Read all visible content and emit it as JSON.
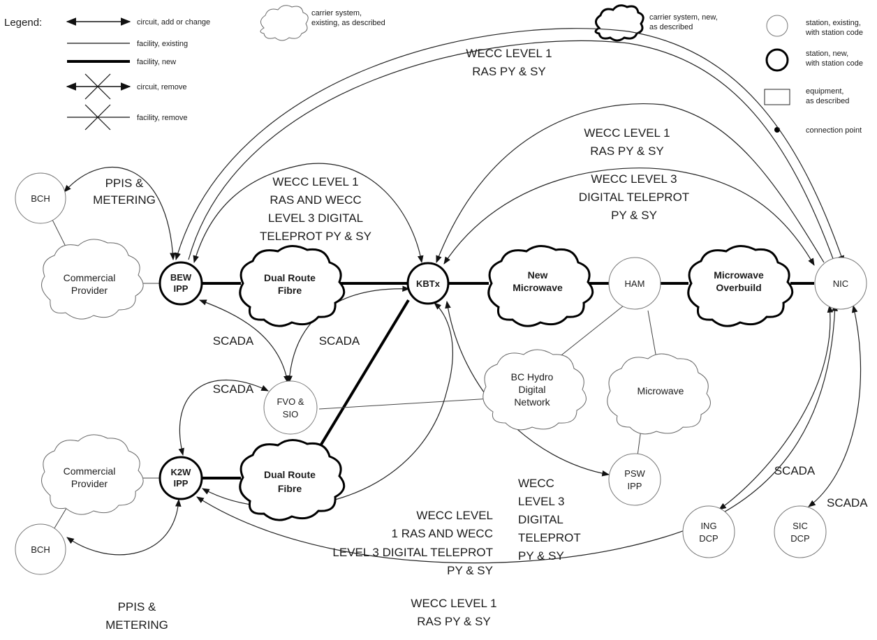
{
  "legend": {
    "title": "Legend:",
    "items": [
      {
        "key": "circuit_add",
        "label": "circuit, add or change"
      },
      {
        "key": "facility_existing",
        "label": "facility, existing"
      },
      {
        "key": "facility_new",
        "label": "facility, new"
      },
      {
        "key": "circuit_remove",
        "label": "circuit, remove"
      },
      {
        "key": "facility_remove",
        "label": "facility, remove"
      },
      {
        "key": "carrier_existing",
        "label": [
          "carrier system,",
          "existing, as described"
        ]
      },
      {
        "key": "carrier_new",
        "label": [
          "carrier system, new,",
          "as described"
        ]
      },
      {
        "key": "station_existing",
        "label": [
          "station, existing,",
          "with station code"
        ]
      },
      {
        "key": "station_new",
        "label": [
          "station, new,",
          "with station code"
        ]
      },
      {
        "key": "equipment",
        "label": [
          "equipment,",
          "as described"
        ]
      },
      {
        "key": "connection_point",
        "label": "connection point"
      }
    ]
  },
  "nodes": [
    {
      "id": "bch_top",
      "lines": [
        "BCH"
      ],
      "kind": "station-existing"
    },
    {
      "id": "bew",
      "lines": [
        "BEW",
        "IPP"
      ],
      "kind": "station-new"
    },
    {
      "id": "kbtx",
      "lines": [
        "KBTx"
      ],
      "kind": "station-new"
    },
    {
      "id": "ham",
      "lines": [
        "HAM"
      ],
      "kind": "station-existing"
    },
    {
      "id": "nic",
      "lines": [
        "NIC"
      ],
      "kind": "station-existing"
    },
    {
      "id": "fvo",
      "lines": [
        "FVO &",
        "SIO"
      ],
      "kind": "station-existing"
    },
    {
      "id": "k2w",
      "lines": [
        "K2W",
        "IPP"
      ],
      "kind": "station-new"
    },
    {
      "id": "bch_bot",
      "lines": [
        "BCH"
      ],
      "kind": "station-existing"
    },
    {
      "id": "psw",
      "lines": [
        "PSW",
        "IPP"
      ],
      "kind": "station-existing"
    },
    {
      "id": "ing",
      "lines": [
        "ING",
        "DCP"
      ],
      "kind": "station-existing"
    },
    {
      "id": "sic",
      "lines": [
        "SIC",
        "DCP"
      ],
      "kind": "station-existing"
    }
  ],
  "clouds": [
    {
      "id": "comm_top",
      "lines": [
        "Commercial",
        "Provider"
      ],
      "kind": "existing"
    },
    {
      "id": "drf_top",
      "lines": [
        "Dual Route",
        "Fibre"
      ],
      "kind": "new"
    },
    {
      "id": "new_mw",
      "lines": [
        "New",
        "Microwave"
      ],
      "kind": "new"
    },
    {
      "id": "mw_ob",
      "lines": [
        "Microwave",
        "Overbuild"
      ],
      "kind": "new"
    },
    {
      "id": "bchdn",
      "lines": [
        "BC Hydro",
        "Digital",
        "Network"
      ],
      "kind": "existing"
    },
    {
      "id": "mw",
      "lines": [
        "Microwave"
      ],
      "kind": "existing"
    },
    {
      "id": "comm_bot",
      "lines": [
        "Commercial",
        "Provider"
      ],
      "kind": "existing"
    },
    {
      "id": "drf_bot",
      "lines": [
        "Dual Route",
        "Fibre"
      ],
      "kind": "new"
    }
  ],
  "labels": [
    {
      "id": "top_wecc1",
      "lines": [
        "WECC LEVEL 1",
        "RAS  PY & SY"
      ]
    },
    {
      "id": "mid_wecc1",
      "lines": [
        "WECC LEVEL 1",
        "RAS  PY & SY"
      ]
    },
    {
      "id": "mid_wecc3",
      "lines": [
        "WECC LEVEL 3",
        "DIGITAL TELEPROT",
        "PY & SY"
      ]
    },
    {
      "id": "bew_kbtx",
      "lines": [
        "WECC LEVEL 1",
        "RAS AND WECC",
        "LEVEL 3 DIGITAL",
        "TELEPROT  PY & SY"
      ]
    },
    {
      "id": "ppis_top",
      "lines": [
        "PPIS &",
        "METERING"
      ]
    },
    {
      "id": "scada_1",
      "lines": [
        "SCADA"
      ]
    },
    {
      "id": "scada_2",
      "lines": [
        "SCADA"
      ]
    },
    {
      "id": "scada_3",
      "lines": [
        "SCADA"
      ]
    },
    {
      "id": "k2w_kbtx",
      "lines": [
        "WECC LEVEL",
        "1 RAS AND WECC",
        "LEVEL 3 DIGITAL TELEPROT",
        "PY & SY"
      ]
    },
    {
      "id": "kbtx_psw",
      "lines": [
        "WECC",
        "LEVEL 3",
        "DIGITAL",
        "TELEPROT",
        "PY & SY"
      ]
    },
    {
      "id": "bot_wecc1",
      "lines": [
        "WECC LEVEL 1",
        "RAS  PY & SY"
      ]
    },
    {
      "id": "ppis_bot",
      "lines": [
        "PPIS &",
        "METERING"
      ]
    },
    {
      "id": "scada_ing",
      "lines": [
        "SCADA"
      ]
    },
    {
      "id": "scada_sic",
      "lines": [
        "SCADA"
      ]
    }
  ]
}
